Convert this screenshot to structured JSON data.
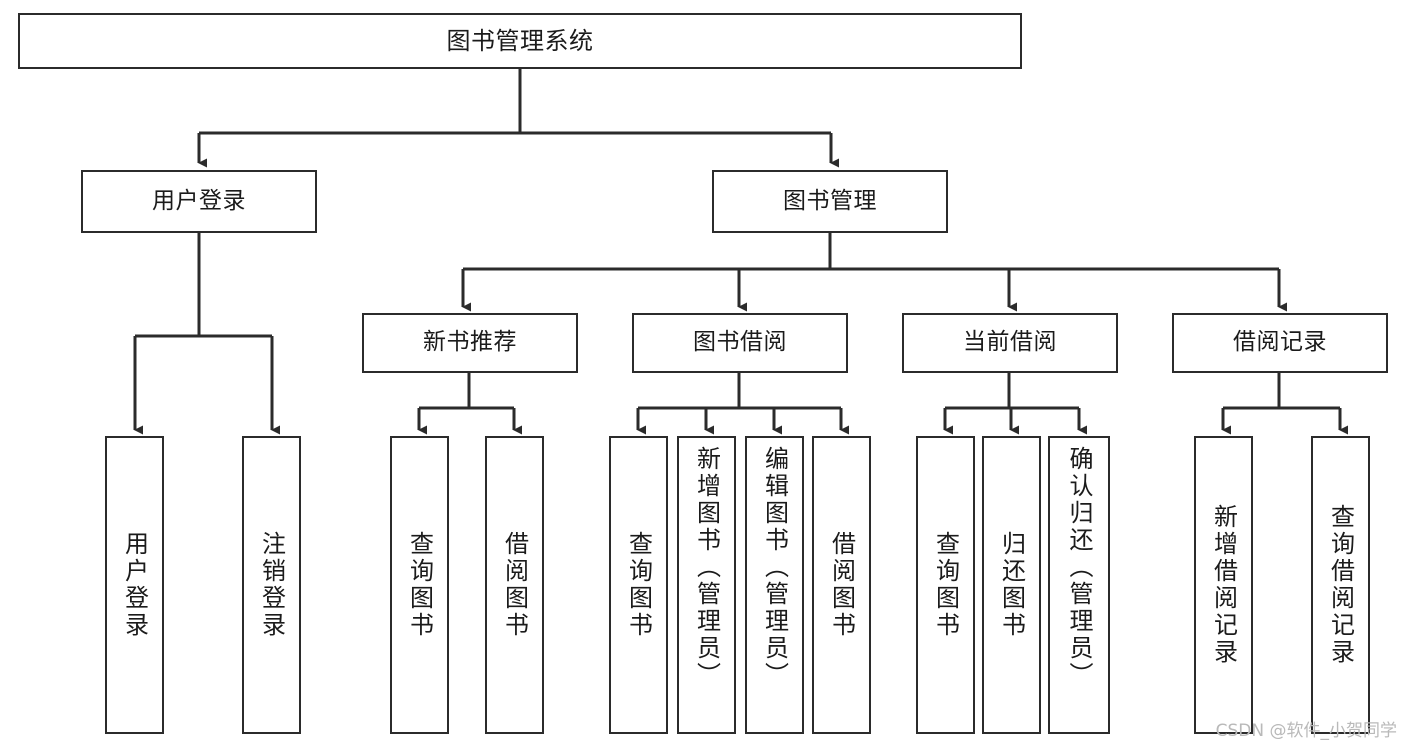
{
  "diagram": {
    "type": "tree-hierarchy",
    "title": "图书管理系统",
    "watermark": "CSDN @软件_小贺同学",
    "colors": {
      "background": "#ffffff",
      "stroke": "#2b2b2b",
      "text": "#1b1b1b",
      "watermark": "#b9b9b9"
    },
    "nodes": {
      "root": {
        "label": "图书管理系统"
      },
      "level2": [
        {
          "label": "用户登录"
        },
        {
          "label": "图书管理"
        }
      ],
      "level3": [
        {
          "label": "新书推荐"
        },
        {
          "label": "图书借阅"
        },
        {
          "label": "当前借阅"
        },
        {
          "label": "借阅记录"
        }
      ],
      "leaves": {
        "user_login": [
          {
            "label": "用户登录"
          },
          {
            "label": "注销登录"
          }
        ],
        "new_book_recommend": [
          {
            "label": "查询图书"
          },
          {
            "label": "借阅图书"
          }
        ],
        "book_borrow": [
          {
            "label": "查询图书"
          },
          {
            "label": "新增图书（管理员）"
          },
          {
            "label": "编辑图书（管理员）"
          },
          {
            "label": "借阅图书"
          }
        ],
        "current_borrow": [
          {
            "label": "查询图书"
          },
          {
            "label": "归还图书"
          },
          {
            "label": "确认归还（管理员）"
          }
        ],
        "borrow_record": [
          {
            "label": "新增借阅记录"
          },
          {
            "label": "查询借阅记录"
          }
        ]
      }
    }
  }
}
